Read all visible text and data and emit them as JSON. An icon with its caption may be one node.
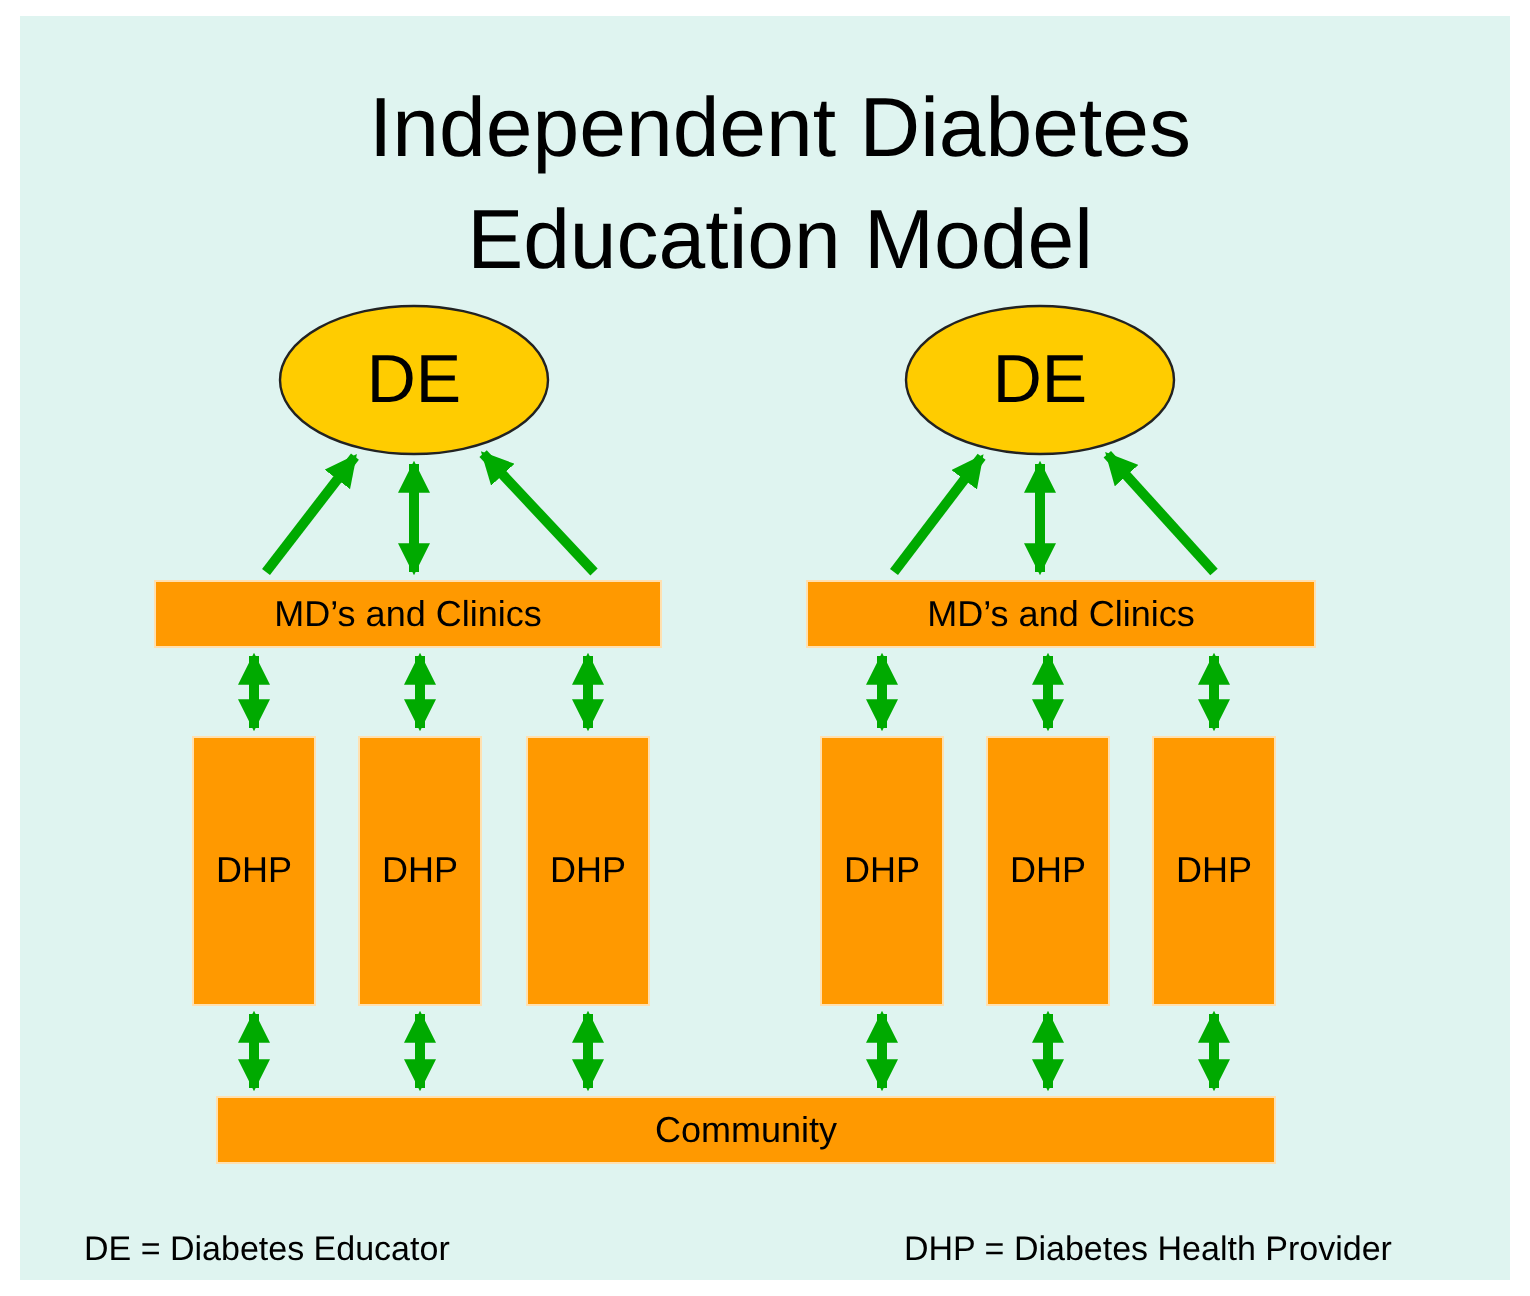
{
  "diagram": {
    "title": "Independent Diabetes Education Model",
    "nodes": [
      {
        "text": [
          "DE"
        ]
      },
      {
        "text": [
          "DE"
        ]
      },
      {
        "text": [
          "MD’s and Clinics"
        ]
      },
      {
        "text": [
          "MD’s and Clinics"
        ]
      },
      {
        "text": [
          "DHP"
        ]
      },
      {
        "text": [
          "DHP"
        ]
      },
      {
        "text": [
          "DHP"
        ]
      },
      {
        "text": [
          "DHP"
        ]
      },
      {
        "text": [
          "DHP"
        ]
      },
      {
        "text": [
          "DHP"
        ]
      },
      {
        "text": [
          "Community"
        ]
      }
    ],
    "edges": [
      {
        "from": 2,
        "to": 0,
        "arrow": "to"
      },
      {
        "from": 2,
        "to": 0,
        "arrow": "both"
      },
      {
        "from": 2,
        "to": 0,
        "arrow": "to"
      },
      {
        "from": 3,
        "to": 1,
        "arrow": "to"
      },
      {
        "from": 3,
        "to": 1,
        "arrow": "both"
      },
      {
        "from": 3,
        "to": 1,
        "arrow": "to"
      },
      {
        "from": 2,
        "to": 4,
        "arrow": "both"
      },
      {
        "from": 2,
        "to": 5,
        "arrow": "both"
      },
      {
        "from": 2,
        "to": 6,
        "arrow": "both"
      },
      {
        "from": 3,
        "to": 7,
        "arrow": "both"
      },
      {
        "from": 3,
        "to": 8,
        "arrow": "both"
      },
      {
        "from": 3,
        "to": 9,
        "arrow": "both"
      },
      {
        "from": 4,
        "to": 10,
        "arrow": "both"
      },
      {
        "from": 5,
        "to": 10,
        "arrow": "both"
      },
      {
        "from": 6,
        "to": 10,
        "arrow": "both"
      },
      {
        "from": 7,
        "to": 10,
        "arrow": "both"
      },
      {
        "from": 8,
        "to": 10,
        "arrow": "both"
      },
      {
        "from": 9,
        "to": 10,
        "arrow": "both"
      }
    ],
    "labels": [
      "DE = Diabetes Educator",
      "DHP = Diabetes Health Provider"
    ]
  }
}
